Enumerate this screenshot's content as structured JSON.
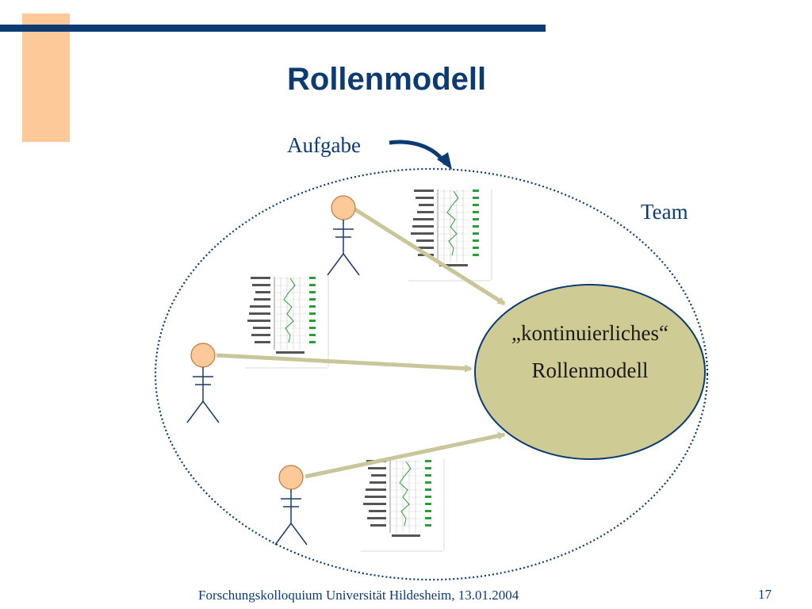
{
  "title": "Rollenmodell",
  "task_label": "Aufgabe",
  "team_label": "Team",
  "center": {
    "line1": "„kontinuierliches“",
    "line2": "Rollenmodell"
  },
  "footer": "Forschungskolloquium Universität Hildesheim, 13.01.2004",
  "page_number": "17",
  "colors": {
    "accent": "#fdc998",
    "navy": "#0c3b73",
    "ellipse_fill": "#cfcb94",
    "arrow": "#c9c699",
    "head": "#fdc998",
    "chart_line": "#2e9a3a"
  },
  "icons": [
    "stick-figure-icon",
    "role-profile-chart"
  ]
}
